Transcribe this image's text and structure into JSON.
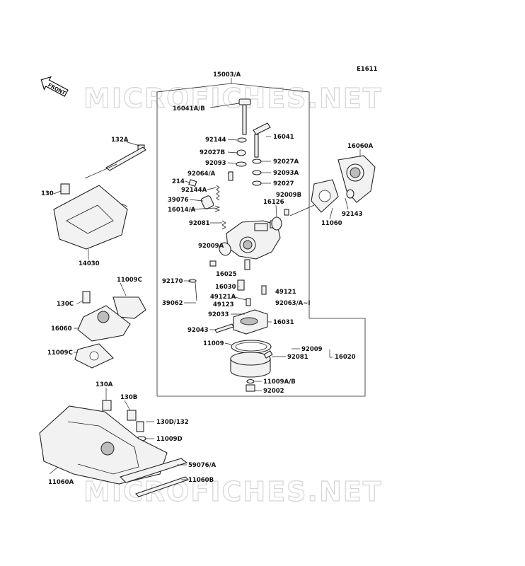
{
  "diagram_code": "E1611",
  "front_label": "FRONT",
  "watermark": "MICROFICHES.NET",
  "labels": [
    {
      "id": "15003a",
      "text": "15003/A"
    },
    {
      "id": "16041ab",
      "text": "16041A/B"
    },
    {
      "id": "16041",
      "text": "16041"
    },
    {
      "id": "92144",
      "text": "92144"
    },
    {
      "id": "92027b",
      "text": "92027B"
    },
    {
      "id": "92093",
      "text": "92093"
    },
    {
      "id": "92027a",
      "text": "92027A"
    },
    {
      "id": "92064a",
      "text": "92064/A"
    },
    {
      "id": "92093a",
      "text": "92093A"
    },
    {
      "id": "214",
      "text": "214"
    },
    {
      "id": "92027",
      "text": "92027"
    },
    {
      "id": "92144a",
      "text": "92144A"
    },
    {
      "id": "92009b",
      "text": "92009B"
    },
    {
      "id": "39076",
      "text": "39076"
    },
    {
      "id": "16126",
      "text": "16126"
    },
    {
      "id": "16014a",
      "text": "16014/A"
    },
    {
      "id": "92081a",
      "text": "92081"
    },
    {
      "id": "92009a",
      "text": "92009A"
    },
    {
      "id": "16025",
      "text": "16025"
    },
    {
      "id": "92170",
      "text": "92170"
    },
    {
      "id": "16030",
      "text": "16030"
    },
    {
      "id": "49121a",
      "text": "49121A"
    },
    {
      "id": "49121",
      "text": "49121"
    },
    {
      "id": "39062",
      "text": "39062"
    },
    {
      "id": "49123",
      "text": "49123"
    },
    {
      "id": "92063",
      "text": "92063/A~I"
    },
    {
      "id": "92033",
      "text": "92033"
    },
    {
      "id": "92043",
      "text": "92043"
    },
    {
      "id": "16031",
      "text": "16031"
    },
    {
      "id": "11009",
      "text": "11009"
    },
    {
      "id": "92009",
      "text": "92009"
    },
    {
      "id": "92081b",
      "text": "92081"
    },
    {
      "id": "16020",
      "text": "16020"
    },
    {
      "id": "11009ab",
      "text": "11009A/B"
    },
    {
      "id": "92002",
      "text": "92002"
    },
    {
      "id": "16060a",
      "text": "16060A"
    },
    {
      "id": "92143",
      "text": "92143"
    },
    {
      "id": "11060",
      "text": "11060"
    },
    {
      "id": "132a",
      "text": "132A"
    },
    {
      "id": "130",
      "text": "130"
    },
    {
      "id": "14030",
      "text": "14030"
    },
    {
      "id": "11009c_top",
      "text": "11009C"
    },
    {
      "id": "130c",
      "text": "130C"
    },
    {
      "id": "16060",
      "text": "16060"
    },
    {
      "id": "11009c_bot",
      "text": "11009C"
    },
    {
      "id": "130a",
      "text": "130A"
    },
    {
      "id": "130b",
      "text": "130B"
    },
    {
      "id": "130d",
      "text": "130D/132"
    },
    {
      "id": "11009d",
      "text": "11009D"
    },
    {
      "id": "59076a",
      "text": "59076/A"
    },
    {
      "id": "11060b",
      "text": "11060B"
    },
    {
      "id": "11060a",
      "text": "11060A"
    }
  ]
}
